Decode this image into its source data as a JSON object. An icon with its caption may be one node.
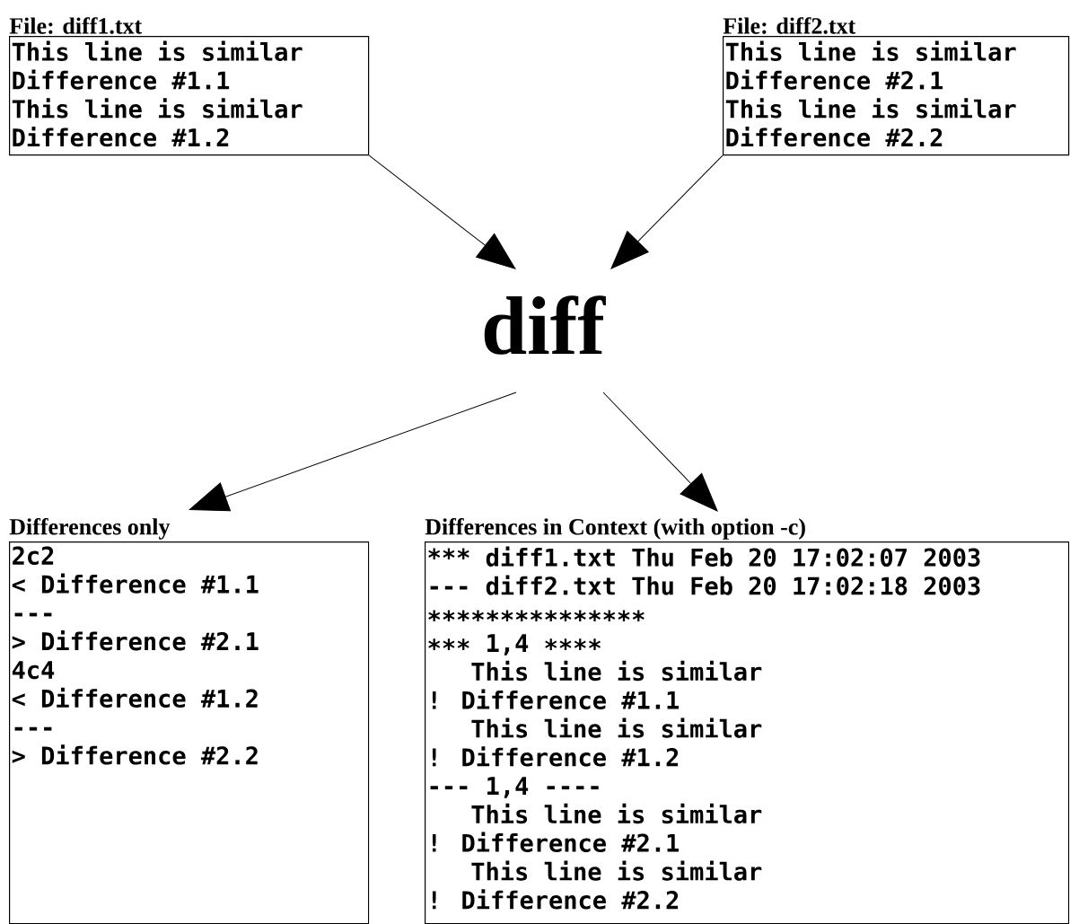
{
  "diagram": {
    "nodes": [
      {
        "text": [
          "File: diff1.txt",
          "This line is similar",
          "Difference #1.1",
          "This line is similar",
          "Difference #1.2"
        ]
      },
      {
        "text": [
          "File: diff2.txt",
          "This line is similar",
          "Difference #2.1",
          "This line is similar",
          "Difference #2.2"
        ]
      },
      {
        "text": [
          "diff"
        ]
      },
      {
        "text": [
          "Differences only",
          "2c2",
          "< Difference #1.1",
          "---",
          "> Difference #2.1",
          "4c4",
          "< Difference #1.2",
          "---",
          "> Difference #2.2"
        ]
      },
      {
        "text": [
          "Differences in Context (with option -c)",
          "*** diff1.txt   Thu Feb 20 17:02:07  2003",
          "--- diff2.txt   Thu Feb 20 17:02:18  2003",
          "∗∗∗∗∗∗∗∗∗∗∗∗∗∗∗",
          "∗∗∗ 1,4 ∗∗∗∗",
          "  This line is similar",
          "! Difference #1.1",
          "  This line is similar",
          "! Difference #1.2",
          "--- 1,4 ----",
          "  This line is similar",
          "! Difference #2.1",
          "  This line is similar",
          "! Difference #2.2"
        ]
      }
    ],
    "edges": [
      {
        "from": 0,
        "to": 2,
        "arrow": "to"
      },
      {
        "from": 1,
        "to": 2,
        "arrow": "to"
      },
      {
        "from": 2,
        "to": 3,
        "arrow": "to"
      },
      {
        "from": 2,
        "to": 4,
        "arrow": "to"
      }
    ]
  }
}
